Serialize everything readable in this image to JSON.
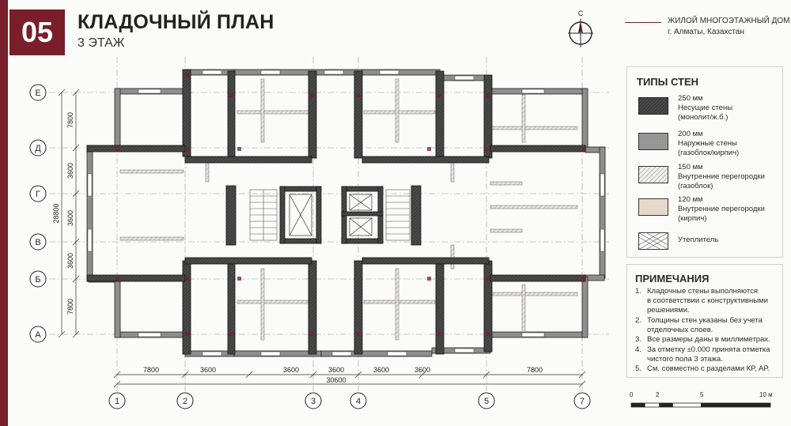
{
  "header": {
    "sheet_number": "05",
    "title": "КЛАДОЧНЫЙ ПЛАН",
    "subtitle": "3 ЭТАЖ",
    "compass_label": "С",
    "project_name": "ЖИЛОЙ МНОГОЭТАЖНЫЙ ДОМ",
    "project_location": "г. Алматы, Казахстан"
  },
  "colors": {
    "accent": "#7a1e2b"
  },
  "legend": {
    "title": "ТИПЫ СТЕН",
    "items": [
      {
        "line1": "250 мм",
        "line2": "Несущие стены",
        "line3": "(монолит/ж.б.)",
        "icon": "dark-hatch-swatch"
      },
      {
        "line1": "200 мм",
        "line2": "Наружные стены",
        "line3": "(газоблок/кирпич)",
        "icon": "gray-swatch"
      },
      {
        "line1": "150 мм",
        "line2": "Внутренние перегородки",
        "line3": "(газоблок)",
        "icon": "diagonal-hatch-swatch"
      },
      {
        "line1": "120 мм",
        "line2": "Внутренние перегородки",
        "line3": "(кирпич)",
        "icon": "beige-swatch"
      },
      {
        "line1": "Утеплитель",
        "line2": "",
        "line3": "",
        "icon": "cross-hatch-swatch"
      }
    ]
  },
  "notes": {
    "title": "ПРИМЕЧАНИЯ",
    "items": [
      {
        "num": "1.",
        "lines": [
          "Кладочные стены выполняются",
          "в соответствии с конструктивными",
          "решениями."
        ]
      },
      {
        "num": "2.",
        "lines": [
          "Толщины стен указаны без учета",
          "отделочных слоев."
        ]
      },
      {
        "num": "3.",
        "lines": [
          "Все размеры даны в миллиметрах."
        ]
      },
      {
        "num": "4.",
        "lines": [
          "За отметку ±0.000 принята отметка",
          "чистого пола 3 этажа."
        ]
      },
      {
        "num": "5.",
        "lines": [
          "См. совместно с разделами КР, АР."
        ]
      }
    ]
  },
  "plan": {
    "row_axes": [
      "Е",
      "Д",
      "Г",
      "В",
      "Б",
      "А"
    ],
    "row_dims": [
      "7800",
      "3600",
      "3600",
      "3600",
      "7800"
    ],
    "row_total": "28800",
    "col_axes": [
      "1",
      "2",
      "3",
      "4",
      "5",
      "7"
    ],
    "col_dims": [
      "7800",
      "3600",
      "3600",
      "3600",
      "3600",
      "3600",
      "7800"
    ],
    "col_total": "30600"
  },
  "scale_bar": {
    "labels": [
      "0",
      "2",
      "5",
      "10 м"
    ]
  }
}
